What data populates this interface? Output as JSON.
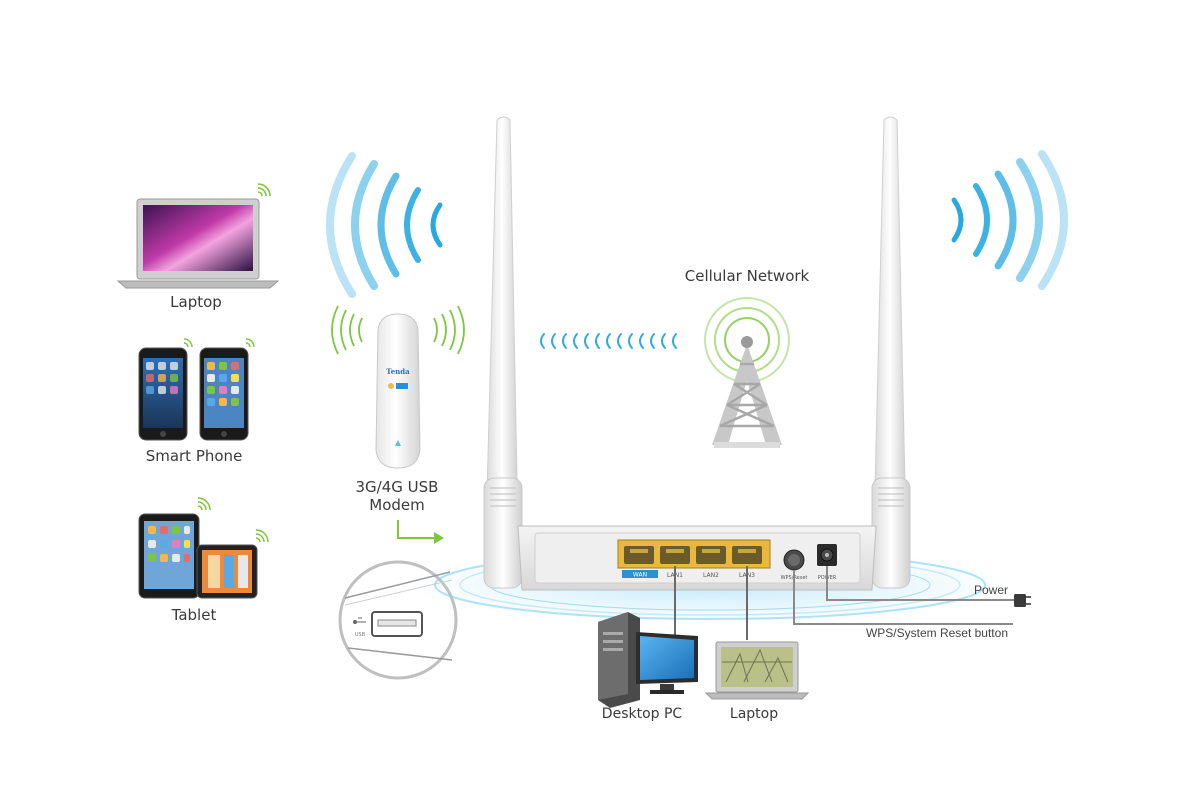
{
  "devices": {
    "laptop_label": "Laptop",
    "smartphone_label": "Smart Phone",
    "tablet_label": "Tablet"
  },
  "modem": {
    "label_line1": "3G/4G USB",
    "label_line2": "Modem",
    "brand": "Tenda",
    "usb_port_text": "USB"
  },
  "cellular": {
    "label": "Cellular Network"
  },
  "router": {
    "ports": [
      "WAN",
      "LAN1",
      "LAN2",
      "LAN3"
    ],
    "wps_text": "WPS/Reset",
    "power_text": "POWER"
  },
  "wired": {
    "desktop_label": "Desktop PC",
    "laptop_label": "Laptop"
  },
  "callouts": {
    "power": "Power",
    "wps_reset": "WPS/System Reset button"
  },
  "colors": {
    "wifi_blue": "#1aa3de",
    "wifi_green": "#7ec63c",
    "port_yellow": "#e8b93c",
    "wan_blue": "#2b8fd6"
  }
}
